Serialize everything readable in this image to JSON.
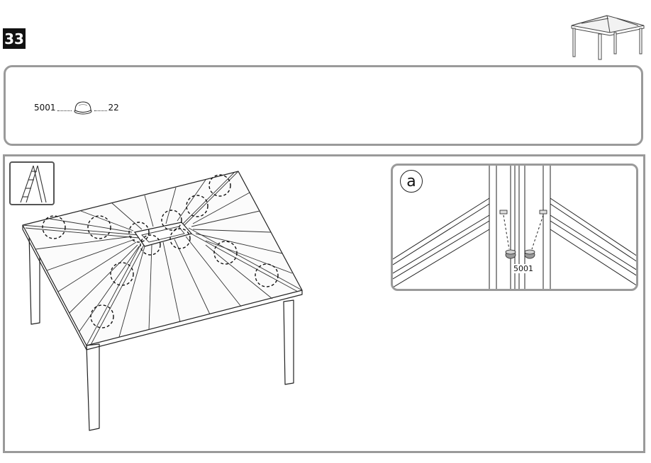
{
  "step": {
    "number": "33"
  },
  "thumbnail": {
    "icon": "gazebo-thumbnail-icon"
  },
  "parts": {
    "items": [
      {
        "part_number": "5001",
        "quantity": "22",
        "icon": "cap-plug-icon"
      }
    ]
  },
  "tool": {
    "icon": "ladder-icon"
  },
  "detail": {
    "label": "a",
    "part_number": "5001"
  },
  "callouts": {
    "icon": "dashed-circle-callout-icon"
  },
  "colors": {
    "frame_gray": "#9a9a9a",
    "line_dark": "#222222",
    "badge_bg": "#111111"
  }
}
